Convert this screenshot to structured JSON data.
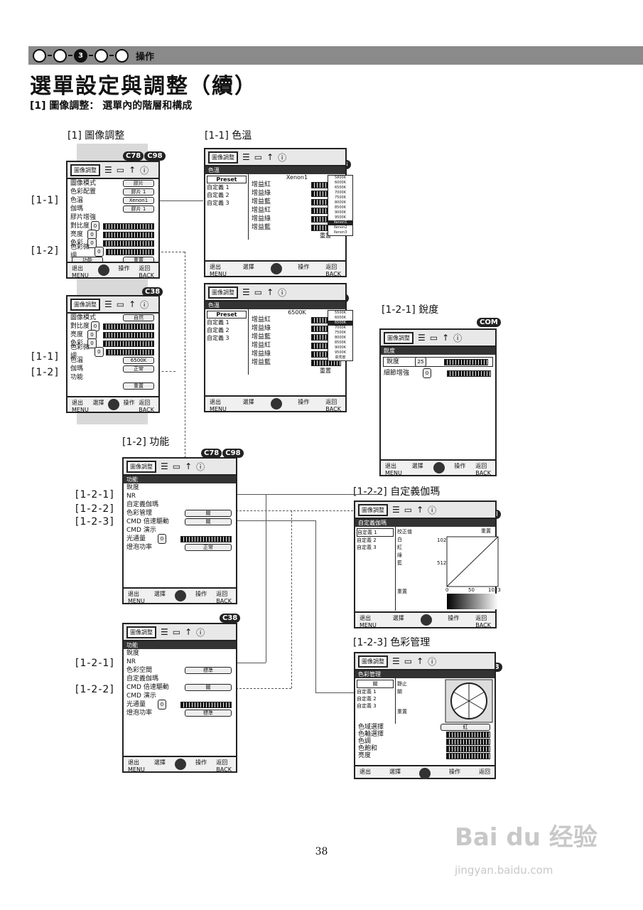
{
  "header": {
    "steps": [
      "",
      "",
      "3",
      "",
      ""
    ],
    "active_step": 2,
    "label": "操作"
  },
  "title": "選單設定與調整（續）",
  "subtitle": "[1] 圖像調整： 選單內的階層和構成",
  "captions": {
    "c1": "[1] 圖像調整",
    "c11": "[1-1] 色溫",
    "c12": "[1-2] 功能",
    "c121": "[1-2-1] 銳度",
    "c122": "[1-2-2] 自定義伽瑪",
    "c123": "[1-2-3] 色彩管理"
  },
  "badges": {
    "c78": "C78",
    "c98": "C98",
    "c38": "C38",
    "com": "COM"
  },
  "callouts": {
    "a": "[1-1]",
    "b": "[1-2]",
    "c": "[1-1]",
    "d": "[1-2]",
    "e": "[1-2-1]",
    "f": "[1-2-2]",
    "g": "[1-2-3]",
    "h": "[1-2-1]",
    "i": "[1-2-2]"
  },
  "panel_common": {
    "tab": "圖像調整",
    "exit": "退出",
    "menu": "MENU",
    "select": "選擇",
    "operate": "操作",
    "back_lbl": "返回",
    "back": "BACK"
  },
  "p1": {
    "rows": [
      {
        "l": "圖像模式",
        "v": "膠片"
      },
      {
        "l": "色彩配置",
        "v": "膠片 1"
      },
      {
        "l": "色溫",
        "v": "Xenon1"
      },
      {
        "l": "伽瑪",
        "v": "膠片 1"
      },
      {
        "l": "膠片增強",
        "v": ""
      },
      {
        "l": "對比度",
        "v": "0"
      },
      {
        "l": "亮度",
        "v": "0"
      },
      {
        "l": "色彩",
        "v": "0"
      },
      {
        "l": "色彩微調",
        "v": "0"
      }
    ],
    "btn1": "功能",
    "btn2": "重置"
  },
  "p2": {
    "rows": [
      {
        "l": "圖像模式",
        "v": "自然"
      },
      {
        "l": "對比度",
        "v": "0"
      },
      {
        "l": "亮度",
        "v": "0"
      },
      {
        "l": "色彩",
        "v": "0"
      },
      {
        "l": "色彩微調",
        "v": "0"
      },
      {
        "l": "色溫",
        "v": "6500K"
      },
      {
        "l": "伽瑪",
        "v": "正常"
      },
      {
        "l": "功能",
        "v": ""
      }
    ],
    "btn": "重置"
  },
  "p3": {
    "bread": "色溫",
    "preset": "Preset",
    "list": [
      "自定義 1",
      "自定義 2",
      "自定義 3"
    ],
    "sel": "Xenon1",
    "gains": [
      "增益紅",
      "增益綠",
      "增益藍",
      "增益紅",
      "增益綠",
      "增益藍"
    ],
    "reset": "重置",
    "opts": [
      "5800K",
      "6000K",
      "6500K",
      "7000K",
      "7500K",
      "8000K",
      "8500K",
      "9000K",
      "9500K",
      "Xenon1",
      "Xenon2",
      "Xenon3"
    ]
  },
  "p4": {
    "bread": "色溫",
    "preset": "Preset",
    "list": [
      "自定義 1",
      "自定義 2",
      "自定義 3"
    ],
    "sel": "6500K",
    "gains": [
      "增益紅",
      "增益綠",
      "增益藍",
      "增益紅",
      "增益綠",
      "增益藍"
    ],
    "reset": "重置",
    "opts": [
      "5500K",
      "6000K",
      "6500K",
      "7000K",
      "7500K",
      "8000K",
      "8500K",
      "9000K",
      "9500K",
      "高亮度"
    ]
  },
  "p5": {
    "bread": "功能",
    "rows": [
      {
        "l": "銳度",
        "v": ""
      },
      {
        "l": "NR",
        "v": ""
      },
      {
        "l": "自定義伽瑪",
        "v": ""
      },
      {
        "l": "色彩管理",
        "v": "關"
      },
      {
        "l": "CMD 倍速驅動",
        "v": "關"
      },
      {
        "l": "CMD 演示",
        "v": ""
      },
      {
        "l": "光通量",
        "v": "0"
      },
      {
        "l": "燈泡功率",
        "v": "正常"
      }
    ]
  },
  "p6": {
    "bread": "功能",
    "rows": [
      {
        "l": "銳度",
        "v": ""
      },
      {
        "l": "NR",
        "v": ""
      },
      {
        "l": "色彩空間",
        "v": "標準"
      },
      {
        "l": "自定義伽瑪",
        "v": ""
      },
      {
        "l": "CMD 倍速驅動",
        "v": "關"
      },
      {
        "l": "CMD 演示",
        "v": ""
      },
      {
        "l": "光通量",
        "v": "0"
      },
      {
        "l": "燈泡功率",
        "v": "標準"
      }
    ]
  },
  "p7": {
    "bread": "銳度",
    "rows": [
      {
        "l": "銳度",
        "v": "25"
      },
      {
        "l": "細節增強",
        "v": "0"
      }
    ]
  },
  "p8": {
    "bread": "自定義伽瑪",
    "list": [
      "自定義 1",
      "自定義 2",
      "自定義 3"
    ],
    "correct": "校正值",
    "btn": "重置",
    "chips": [
      "白",
      "紅",
      "綠",
      "藍"
    ],
    "y1": "1023",
    "y2": "512",
    "x0": "0",
    "x1": "50",
    "x2": "1023",
    "reset": "重置"
  },
  "p9": {
    "bread": "色彩管理",
    "list": [
      "關",
      "自定義 1",
      "自定義 2",
      "自定義 3"
    ],
    "b1": "靜止",
    "b2": "關",
    "reset": "重置",
    "rows": [
      "色域選擇",
      "色軸選擇",
      "色調",
      "色飽和",
      "亮度"
    ],
    "sel": "紅"
  },
  "page_number": "38",
  "watermark": "Bai du 经验",
  "watermark_url": "jingyan.baidu.com"
}
